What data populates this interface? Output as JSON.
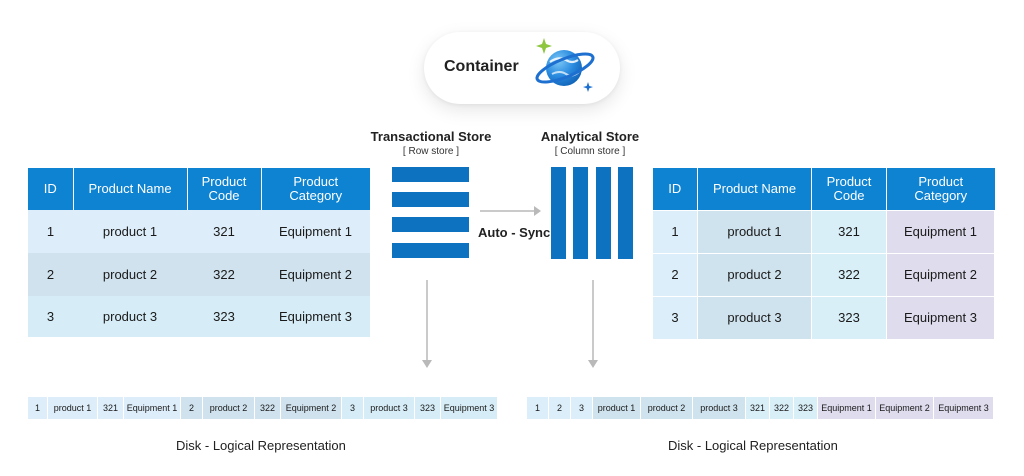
{
  "container": {
    "label": "Container",
    "icon": "cosmos-db-planet-icon"
  },
  "transactional_store": {
    "title": "Transactional Store",
    "subtitle": "[ Row store ]",
    "icon": "row-store-icon"
  },
  "analytical_store": {
    "title": "Analytical Store",
    "subtitle": "[ Column store ]",
    "icon": "column-store-icon"
  },
  "sync_label": "Auto - Sync",
  "table": {
    "headers": [
      "ID",
      "Product Name",
      "Product Code",
      "Product Category"
    ],
    "rows": [
      [
        "1",
        "product 1",
        "321",
        "Equipment 1"
      ],
      [
        "2",
        "product 2",
        "322",
        "Equipment 2"
      ],
      [
        "3",
        "product 3",
        "323",
        "Equipment 3"
      ]
    ]
  },
  "disk_row": [
    "1",
    "product 1",
    "321",
    "Equipment 1",
    "2",
    "product 2",
    "322",
    "Equipment 2",
    "3",
    "product 3",
    "323",
    "Equipment 3"
  ],
  "disk_column": [
    "1",
    "2",
    "3",
    "product 1",
    "product 2",
    "product 3",
    "321",
    "322",
    "323",
    "Equipment 1",
    "Equipment 2",
    "Equipment 3"
  ],
  "disk_caption_left": "Disk - Logical Representation",
  "disk_caption_right": "Disk - Logical Representation",
  "colors": {
    "header_blue": "#0e83d2",
    "store_blue": "#0d72c0",
    "row_1": "#ddeefa",
    "row_2": "#cfe2ee",
    "row_3": "#d6edf7",
    "category_lavender": "#dfdcee",
    "arrow_gray": "#b9b9b9"
  }
}
